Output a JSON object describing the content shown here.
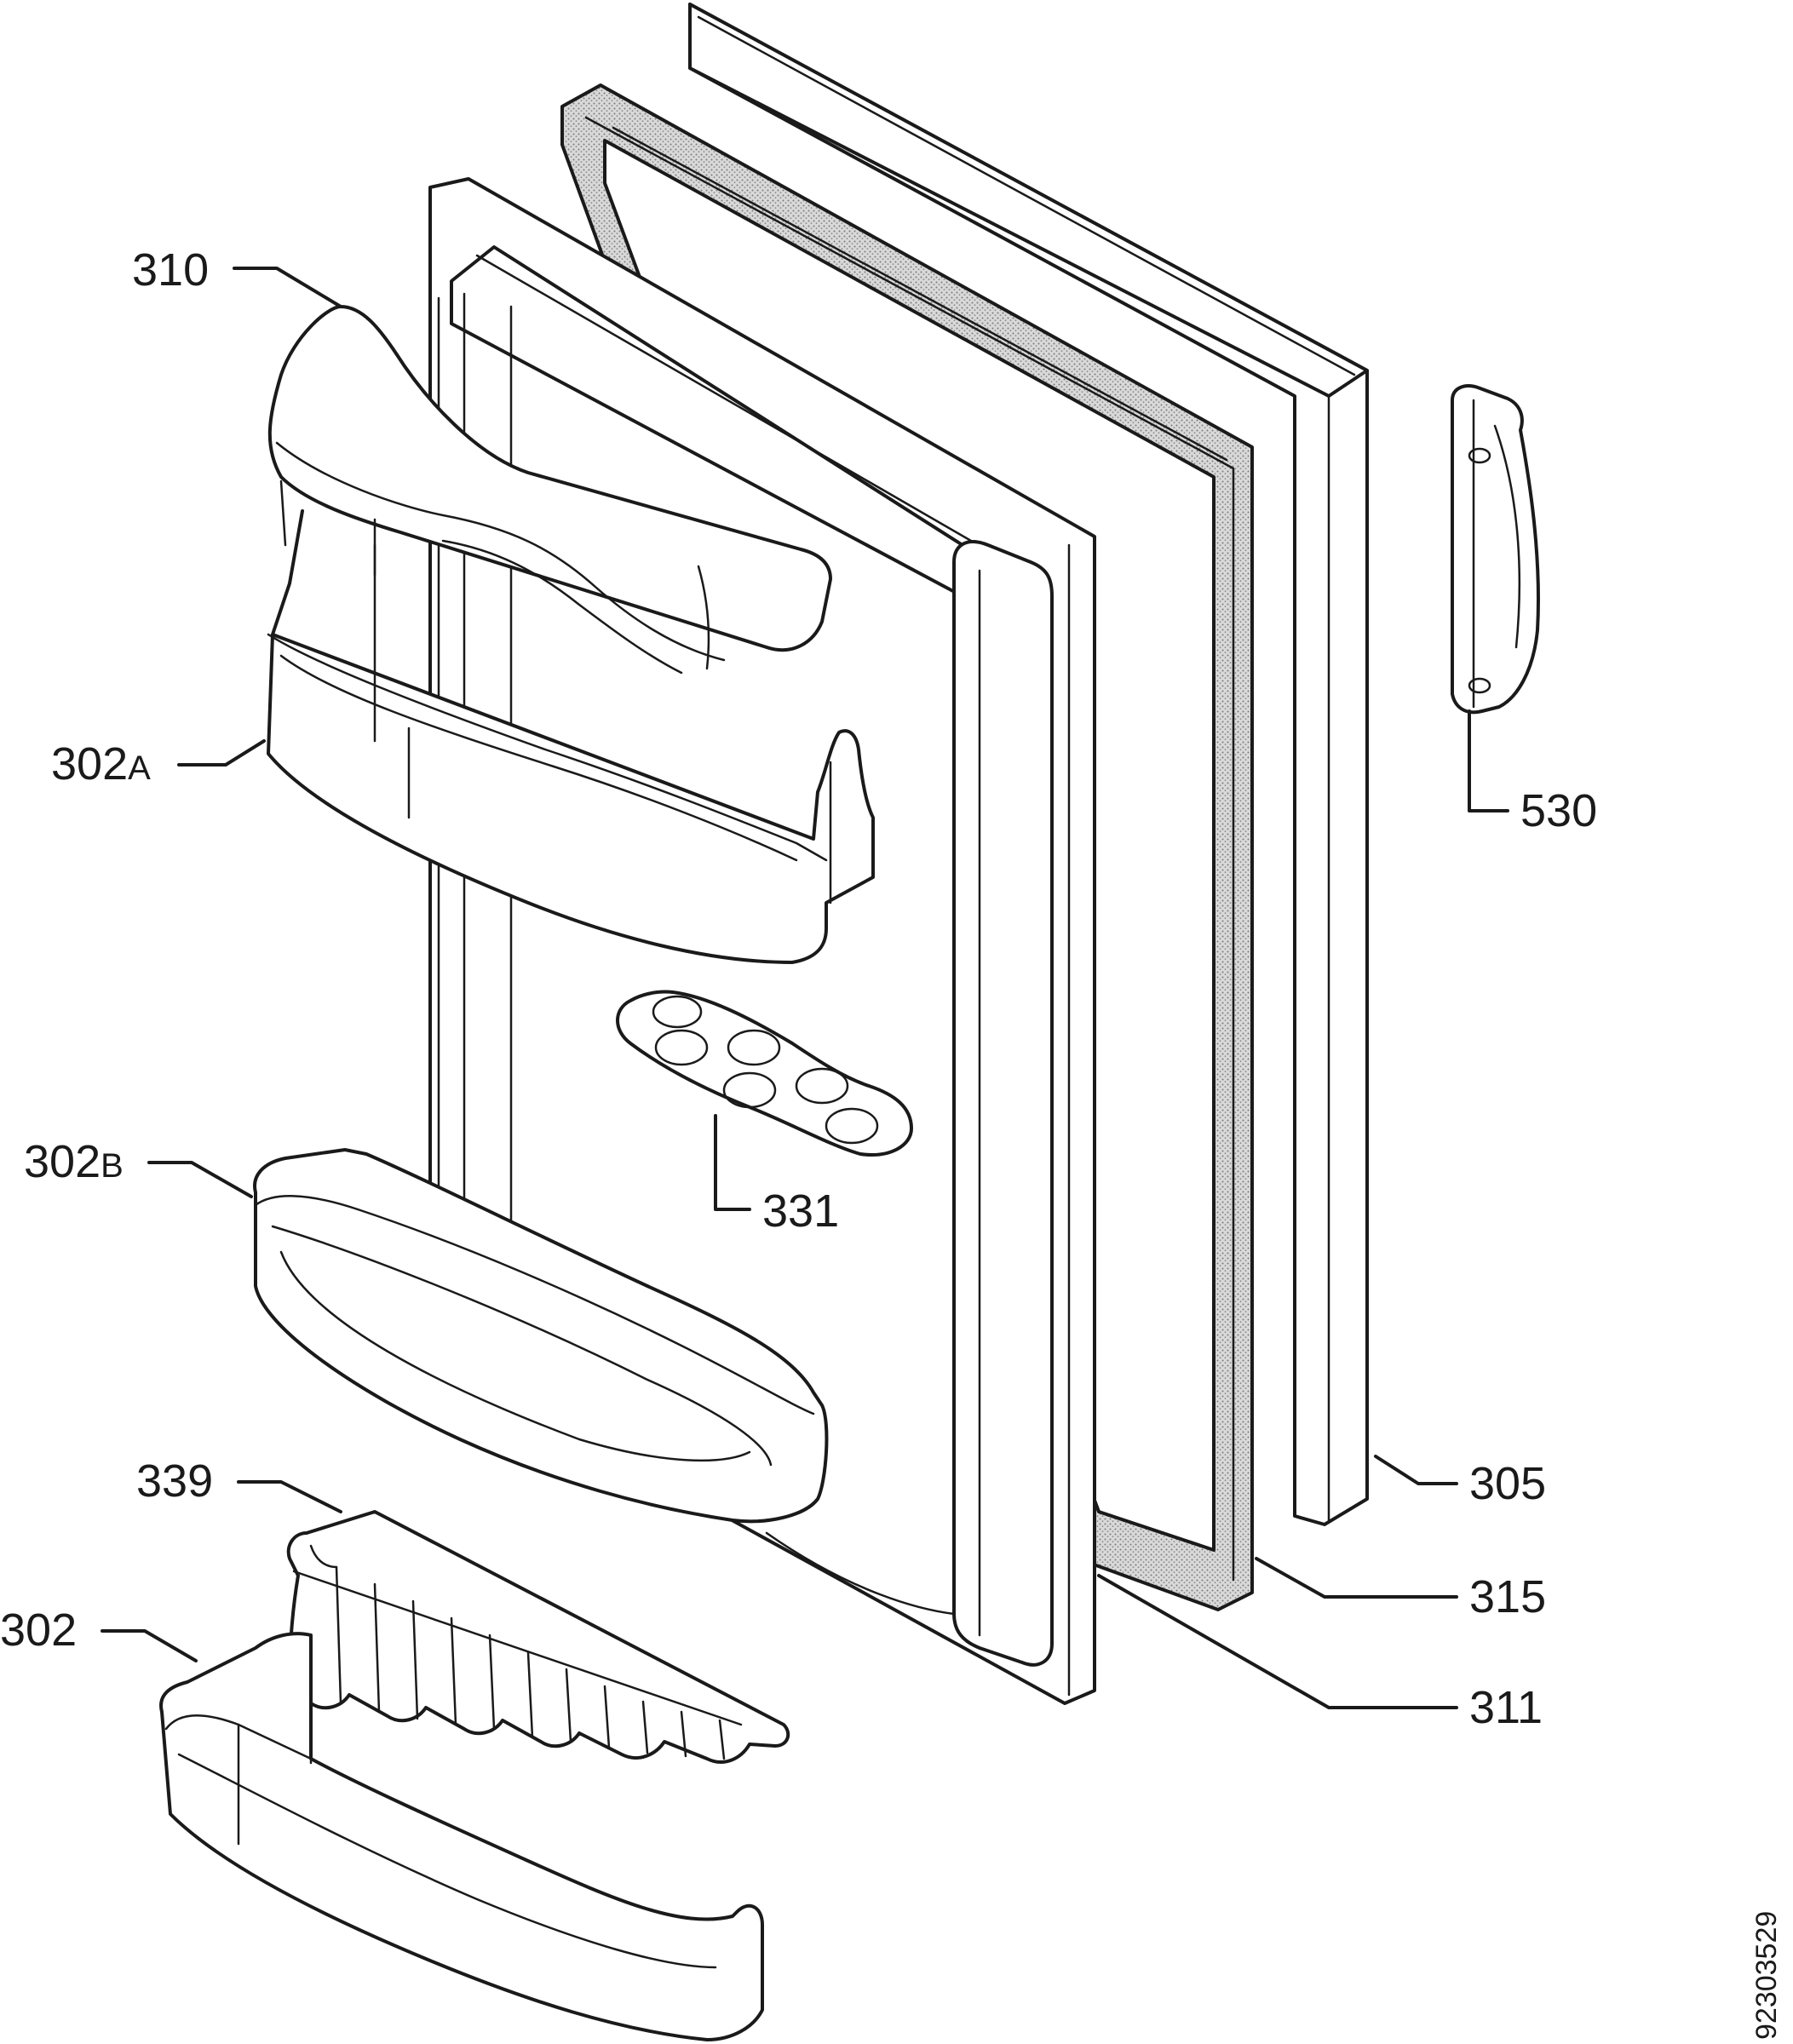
{
  "callouts": [
    {
      "id": "310",
      "label": "310"
    },
    {
      "id": "302a",
      "label": "302",
      "suffix": "A"
    },
    {
      "id": "302b",
      "label": "302",
      "suffix": "B"
    },
    {
      "id": "339",
      "label": "339"
    },
    {
      "id": "302",
      "label": "302"
    },
    {
      "id": "331",
      "label": "331"
    },
    {
      "id": "530",
      "label": "530"
    },
    {
      "id": "305",
      "label": "305"
    },
    {
      "id": "315",
      "label": "315"
    },
    {
      "id": "311",
      "label": "311"
    }
  ],
  "document_number": "92303529",
  "colors": {
    "line": "#1a1a1a",
    "background": "#ffffff",
    "stipple": "#9a9a9a"
  }
}
